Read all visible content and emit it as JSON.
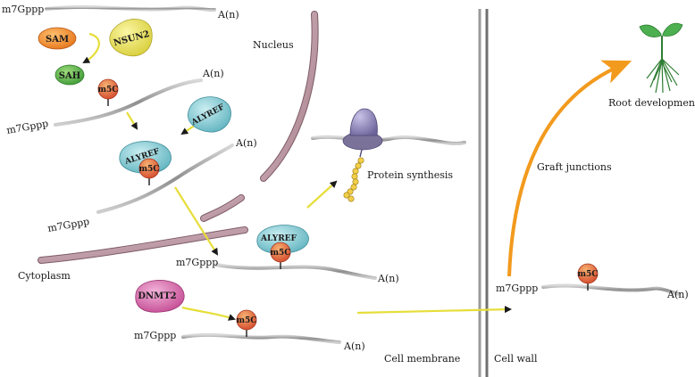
{
  "labels": {
    "nucleus": "Nucleus",
    "cytoplasm": "Cytoplasm",
    "cell_membrane": "Cell membrane",
    "cell_wall": "Cell wall",
    "protein_synthesis": "Protein synthesis",
    "graft_junctions": "Graft junctions",
    "root_development": "Root development"
  },
  "rna": {
    "cap": "m7Gppp",
    "tail": "A(n)"
  },
  "proteins": {
    "sam": "SAM",
    "sah": "SAH",
    "nsun2": "NSUN2",
    "alyref": "ALYREF",
    "dnmt2": "DNMT2"
  },
  "modification": "m5C",
  "colors": {
    "rna_strand": "#a6a6a6",
    "membrane": "#b8949f",
    "wall": "#8a8a8a",
    "sam": "#f08c24",
    "sah": "#53b347",
    "nsun2": "#e3dd5e",
    "alyref": "#77c3cc",
    "dnmt2": "#cf5fa6",
    "m5c": "#e0603a",
    "arrow": "#e6de3a",
    "graft_arrow": "#f29a1d",
    "ribosome": "#8a82b8",
    "peptide": "#f2cf48",
    "plant": "#3a9a3a"
  }
}
